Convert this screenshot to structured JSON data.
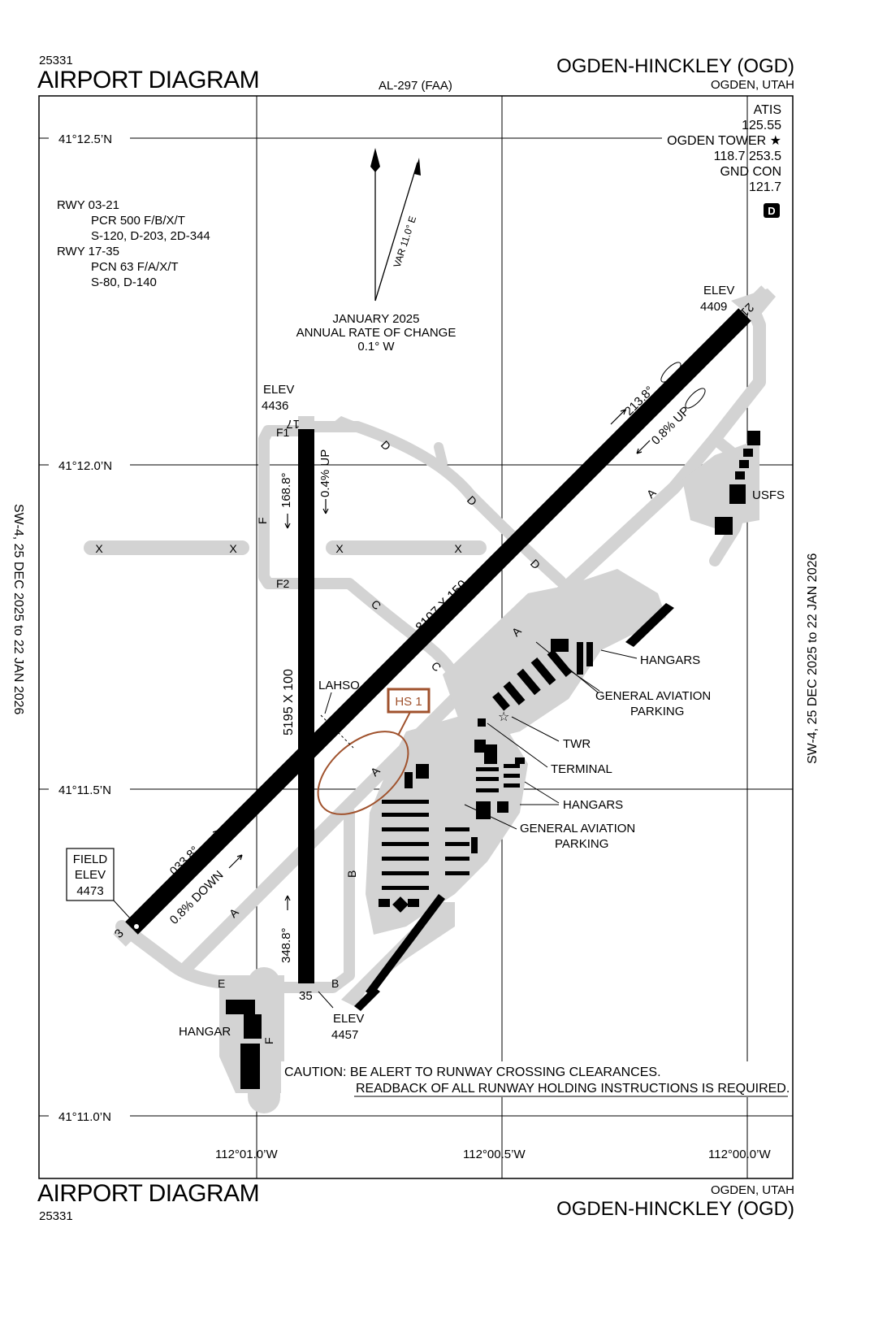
{
  "header": {
    "number_top": "25331",
    "title_top": "AIRPORT DIAGRAM",
    "procedure": "AL-297 (FAA)",
    "airport_top": "OGDEN-HINCKLEY (OGD)",
    "city_top": "OGDEN, UTAH"
  },
  "footer": {
    "title_bottom": "AIRPORT DIAGRAM",
    "number_bottom": "25331",
    "city_bottom": "OGDEN, UTAH",
    "airport_bottom": "OGDEN-HINCKLEY (OGD)"
  },
  "effective": {
    "left": "SW-4,  25 DEC 2025  to  22 JAN 2026",
    "right": "SW-4,  25 DEC 2025  to  22 JAN 2026"
  },
  "latitudes": [
    "41°12.5’N",
    "41°12.0’N",
    "41°11.5’N",
    "41°11.0’N"
  ],
  "longitudes": [
    "112°01.0’W",
    "112°00.5’W",
    "112°00.0’W"
  ],
  "frequencies": {
    "atis_label": "ATIS",
    "atis_freq": "125.55",
    "tower_label": "OGDEN TOWER ★",
    "tower_freq": "118.7  253.5",
    "gnd_label": "GND CON",
    "gnd_freq": "121.7",
    "dsymbol": "D"
  },
  "runway_info": {
    "rwy1": "RWY 03-21",
    "rwy1_pcr": "PCR 500 F/B/X/T",
    "rwy1_weights": "S-120, D-203, 2D-344",
    "rwy2": "RWY 17-35",
    "rwy2_pcn": "PCN 63 F/A/X/T",
    "rwy2_weights": "S-80, D-140"
  },
  "magnetic": {
    "var": "VAR 11.0° E",
    "line1": "JANUARY 2025",
    "line2": "ANNUAL RATE OF CHANGE",
    "line3": "0.1° W"
  },
  "labels": {
    "elev_word": "ELEV",
    "elev_4409": "4409",
    "elev_4436": "4436",
    "elev_4457": "4457",
    "field_elev_1": "FIELD",
    "field_elev_2": "ELEV",
    "field_elev_3": "4473",
    "rwy_17": "17",
    "rwy_35": "35",
    "rwy_3": "3",
    "rwy_21": "21",
    "hdg_2138": "213.8°",
    "hdg_0338": "033.8°",
    "hdg_1688": "168.8°",
    "hdg_3488": "348.8°",
    "up_08": "0.8% UP",
    "down_08": "0.8% DOWN",
    "up_04": "0.4% UP",
    "dim_03_21": "8107 X 150",
    "dim_17_35": "5195 X 100",
    "lahso": "LAHSO",
    "hs1": "HS 1",
    "usfs": "USFS",
    "hangars_1": "HANGARS",
    "gap_1a": "GENERAL AVIATION",
    "gap_1b": "PARKING",
    "twr": "TWR",
    "terminal": "TERMINAL",
    "hangars_2": "HANGARS",
    "gap_2a": "GENERAL AVIATION",
    "gap_2b": "PARKING",
    "hangar": "HANGAR",
    "tw_a": "A",
    "tw_b": "B",
    "tw_c": "C",
    "tw_d": "D",
    "tw_e": "E",
    "tw_f": "F",
    "tw_f1": "F1",
    "tw_f2": "F2",
    "tw_x": "X"
  },
  "caution": {
    "line1": "CAUTION: BE ALERT TO RUNWAY CROSSING CLEARANCES.",
    "line2": "READBACK OF ALL RUNWAY HOLDING INSTRUCTIONS IS REQUIRED."
  },
  "colors": {
    "runway": "#000000",
    "taxiway": "#d3d3d3",
    "hotspot": "#a0522d",
    "frame": "#000000"
  }
}
